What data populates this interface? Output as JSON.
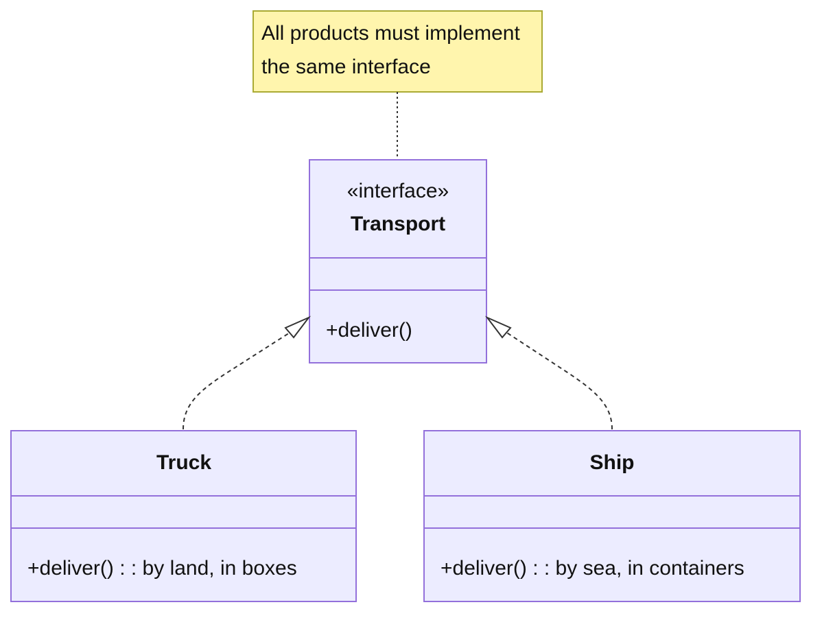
{
  "note": {
    "lines": [
      "All products must implement",
      "the same interface"
    ],
    "fill_color": "#fff5ad",
    "border_color": "#aaaa33"
  },
  "classes": {
    "transport": {
      "stereotype": "«interface»",
      "name": "Transport",
      "attributes": [],
      "methods": [
        "+deliver()"
      ]
    },
    "truck": {
      "name": "Truck",
      "attributes": [],
      "methods": [
        "+deliver() : : by land, in boxes"
      ]
    },
    "ship": {
      "name": "Ship",
      "attributes": [],
      "methods": [
        "+deliver() : : by sea, in containers"
      ]
    }
  },
  "relations": [
    {
      "from": "Truck",
      "to": "Transport",
      "type": "realization"
    },
    {
      "from": "Ship",
      "to": "Transport",
      "type": "realization"
    },
    {
      "from": "note",
      "to": "Transport",
      "type": "note-link"
    }
  ],
  "colors": {
    "class_fill": "#ececff",
    "class_border": "#9370db",
    "line": "#333333"
  }
}
